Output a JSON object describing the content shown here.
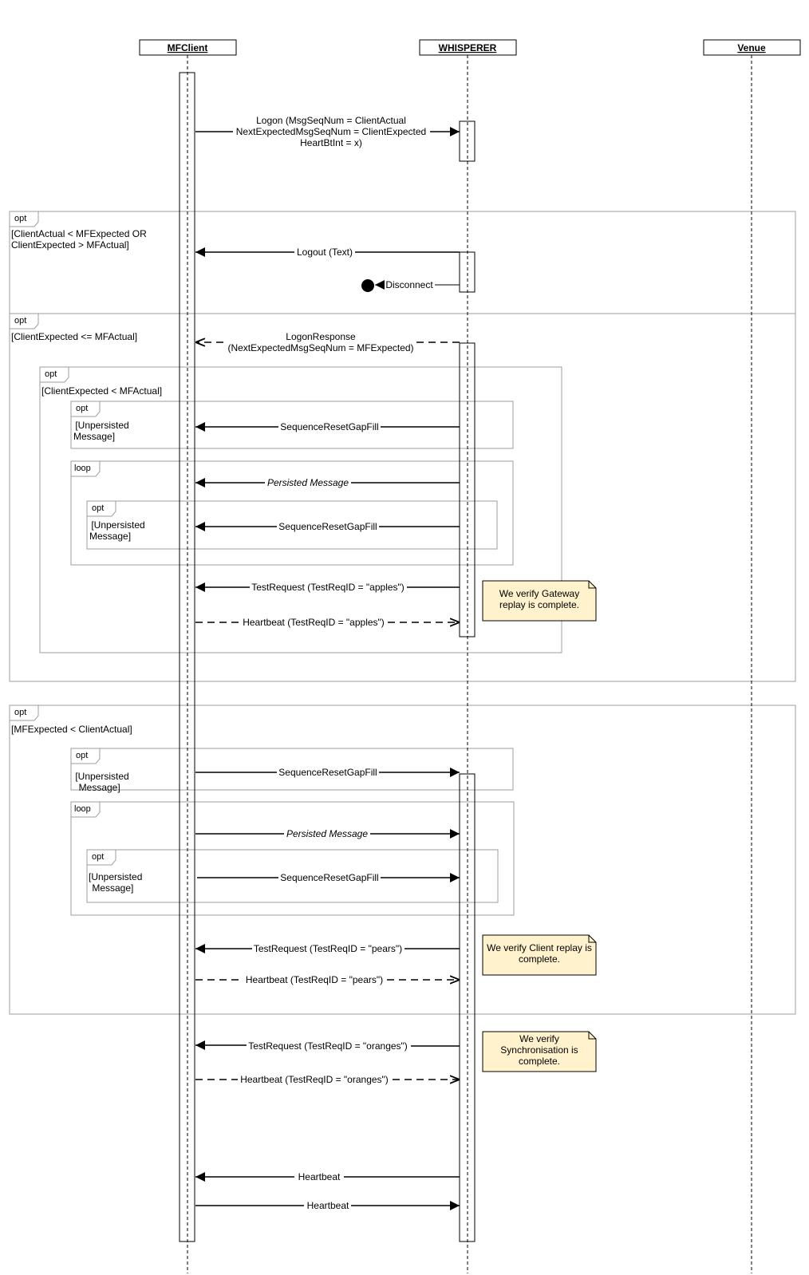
{
  "participants": {
    "mfclient": "MFClient",
    "whisperer": "WHISPERER",
    "venue": "Venue"
  },
  "messages": {
    "logon": [
      "Logon (MsgSeqNum = ClientActual",
      "NextExpectedMsgSeqNum = ClientExpected",
      "HeartBtInt = x)"
    ],
    "logout": "Logout (Text)",
    "disconnect": "Disconnect",
    "logon_response": [
      "LogonResponse",
      "(NextExpectedMsgSeqNum = MFExpected)"
    ],
    "seq_reset": "SequenceResetGapFill",
    "persisted": "Persisted Message",
    "test_apples": "TestRequest (TestReqID = \"apples\")",
    "hb_apples": "Heartbeat (TestReqID = \"apples\")",
    "test_pears": "TestRequest (TestReqID = \"pears\")",
    "hb_pears": "Heartbeat (TestReqID = \"pears\")",
    "test_oranges": "TestRequest (TestReqID = \"oranges\")",
    "hb_oranges": "Heartbeat (TestReqID = \"oranges\")",
    "heartbeat": "Heartbeat"
  },
  "fragments": {
    "opt": "opt",
    "loop": "loop",
    "guard_logout": [
      "[ClientActual < MFExpected OR",
      "ClientExpected > MFActual]"
    ],
    "guard_client_le": "[ClientExpected <= MFActual]",
    "guard_client_lt": "[ClientExpected < MFActual]",
    "guard_unpersisted_1": [
      " [Unpersisted",
      "Message]"
    ],
    "guard_unpersisted_2": [
      " [Unpersisted",
      "Message]"
    ],
    "guard_mf_lt": "[MFExpected < ClientActual]",
    "guard_unpersisted_3": [
      " [Unpersisted",
      "  Message]"
    ],
    "guard_unpersisted_4": [
      "[Unpersisted",
      " Message]"
    ]
  },
  "notes": {
    "gateway": [
      "We verify Gateway",
      "replay is complete."
    ],
    "client": [
      "We verify Client replay is",
      "complete."
    ],
    "sync": [
      "We verify",
      "Synchronisation is",
      "complete."
    ]
  },
  "colors": {
    "note_fill": "#fff2cc",
    "frame_stroke": "#9e9e9e",
    "line": "#000000"
  }
}
